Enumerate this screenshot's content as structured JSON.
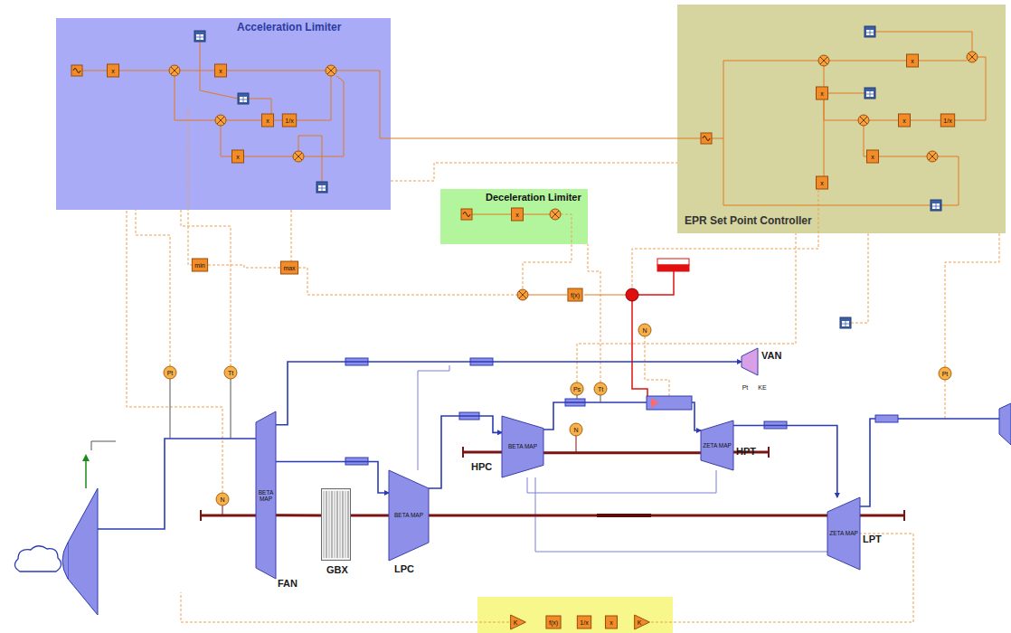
{
  "diagram": {
    "nodes": [
      {
        "text": [
          "Acceleration Limiter"
        ]
      },
      {
        "text": [
          "EPR Set Point Controller"
        ]
      },
      {
        "text": [
          "Deceleration Limiter"
        ]
      },
      {
        "text": [
          "BETA MAP",
          "FAN"
        ]
      },
      {
        "text": [
          "GBX"
        ]
      },
      {
        "text": [
          "BETA MAP",
          "LPC"
        ]
      },
      {
        "text": [
          "BETA MAP",
          "HPC"
        ]
      },
      {
        "text": [
          "ZETA MAP",
          "HPT"
        ]
      },
      {
        "text": [
          "ZETA MAP",
          "LPT"
        ]
      },
      {
        "text": [
          "VAN"
        ]
      }
    ],
    "edges": [
      {
        "from": 3,
        "to": 5,
        "arrow": "to"
      },
      {
        "from": 3,
        "to": 9,
        "arrow": "to"
      },
      {
        "from": 5,
        "to": 6,
        "arrow": "to"
      },
      {
        "from": 6,
        "to": 7,
        "arrow": "to"
      },
      {
        "from": 7,
        "to": 8,
        "arrow": "to"
      },
      {
        "from": 3,
        "to": 4,
        "arrow": "none"
      },
      {
        "from": 4,
        "to": 5,
        "arrow": "none"
      },
      {
        "from": 5,
        "to": 8,
        "arrow": "none"
      },
      {
        "from": 6,
        "to": 7,
        "arrow": "none"
      }
    ],
    "labels": [
      "x",
      "x",
      "x",
      "1/x",
      "x",
      "min",
      "max",
      "x",
      "f(x)",
      "x",
      "x",
      "x",
      "1/x",
      "x",
      "x",
      "Pt",
      "Tt",
      "N",
      "Ps",
      "Tt",
      "N",
      "N",
      "Pt",
      "Pt",
      "KE",
      "K",
      "f(x)",
      "1/x",
      "x",
      "K"
    ]
  }
}
